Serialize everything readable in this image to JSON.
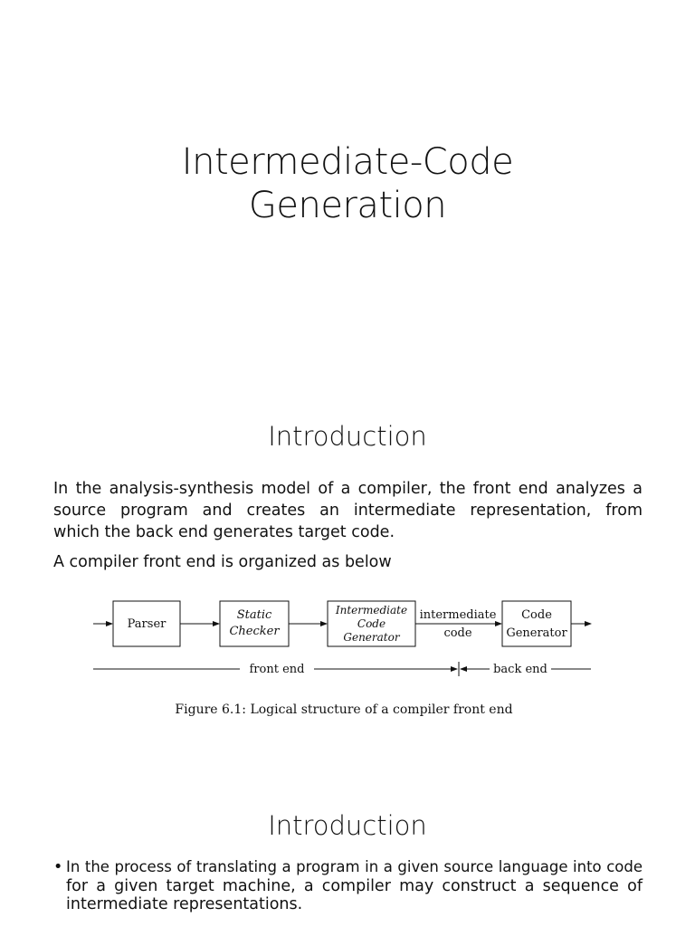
{
  "slide1": {
    "title_line1": "Intermediate-Code",
    "title_line2": "Generation"
  },
  "slide2": {
    "heading": "Introduction",
    "paragraph_lines": [
      "In the analysis-synthesis model of a compiler, the front end analyzes a",
      "source program and creates an intermediate representation, from",
      "which the back end generates target code."
    ],
    "paragraph2": "A compiler front end is organized as below",
    "figure": {
      "boxes": {
        "parser": "Parser",
        "static_checker_1": "Static",
        "static_checker_2": "Checker",
        "icg_1": "Intermediate",
        "icg_2": "Code",
        "icg_3": "Generator",
        "codegen_1": "Code",
        "codegen_2": "Generator"
      },
      "arrow_label_1": "intermediate",
      "arrow_label_2": "code",
      "front_end": "front end",
      "back_end": "back end",
      "caption": "Figure 6.1: Logical structure of a compiler front end"
    }
  },
  "slide3": {
    "heading": "Introduction",
    "bullet_lines": [
      "In the process of translating a program in a given source language into code",
      "for a given target machine, a compiler may construct a sequence of",
      "intermediate representations."
    ]
  }
}
